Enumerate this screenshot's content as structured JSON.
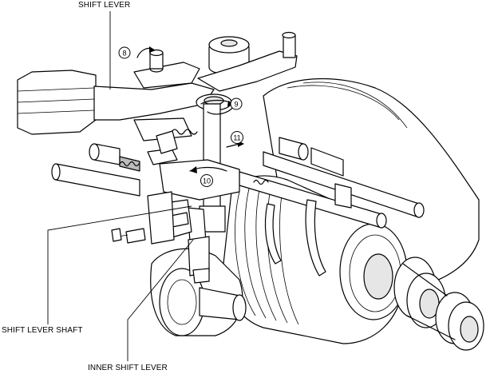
{
  "labels": {
    "shift_lever": "SHIFT LEVER",
    "shift_lever_shaft": "SHIFT LEVER SHAFT",
    "inner_shift_lever": "INNER SHIFT LEVER"
  },
  "steps": {
    "s8": "8",
    "s9": "9",
    "s10": "10",
    "s11": "11"
  }
}
